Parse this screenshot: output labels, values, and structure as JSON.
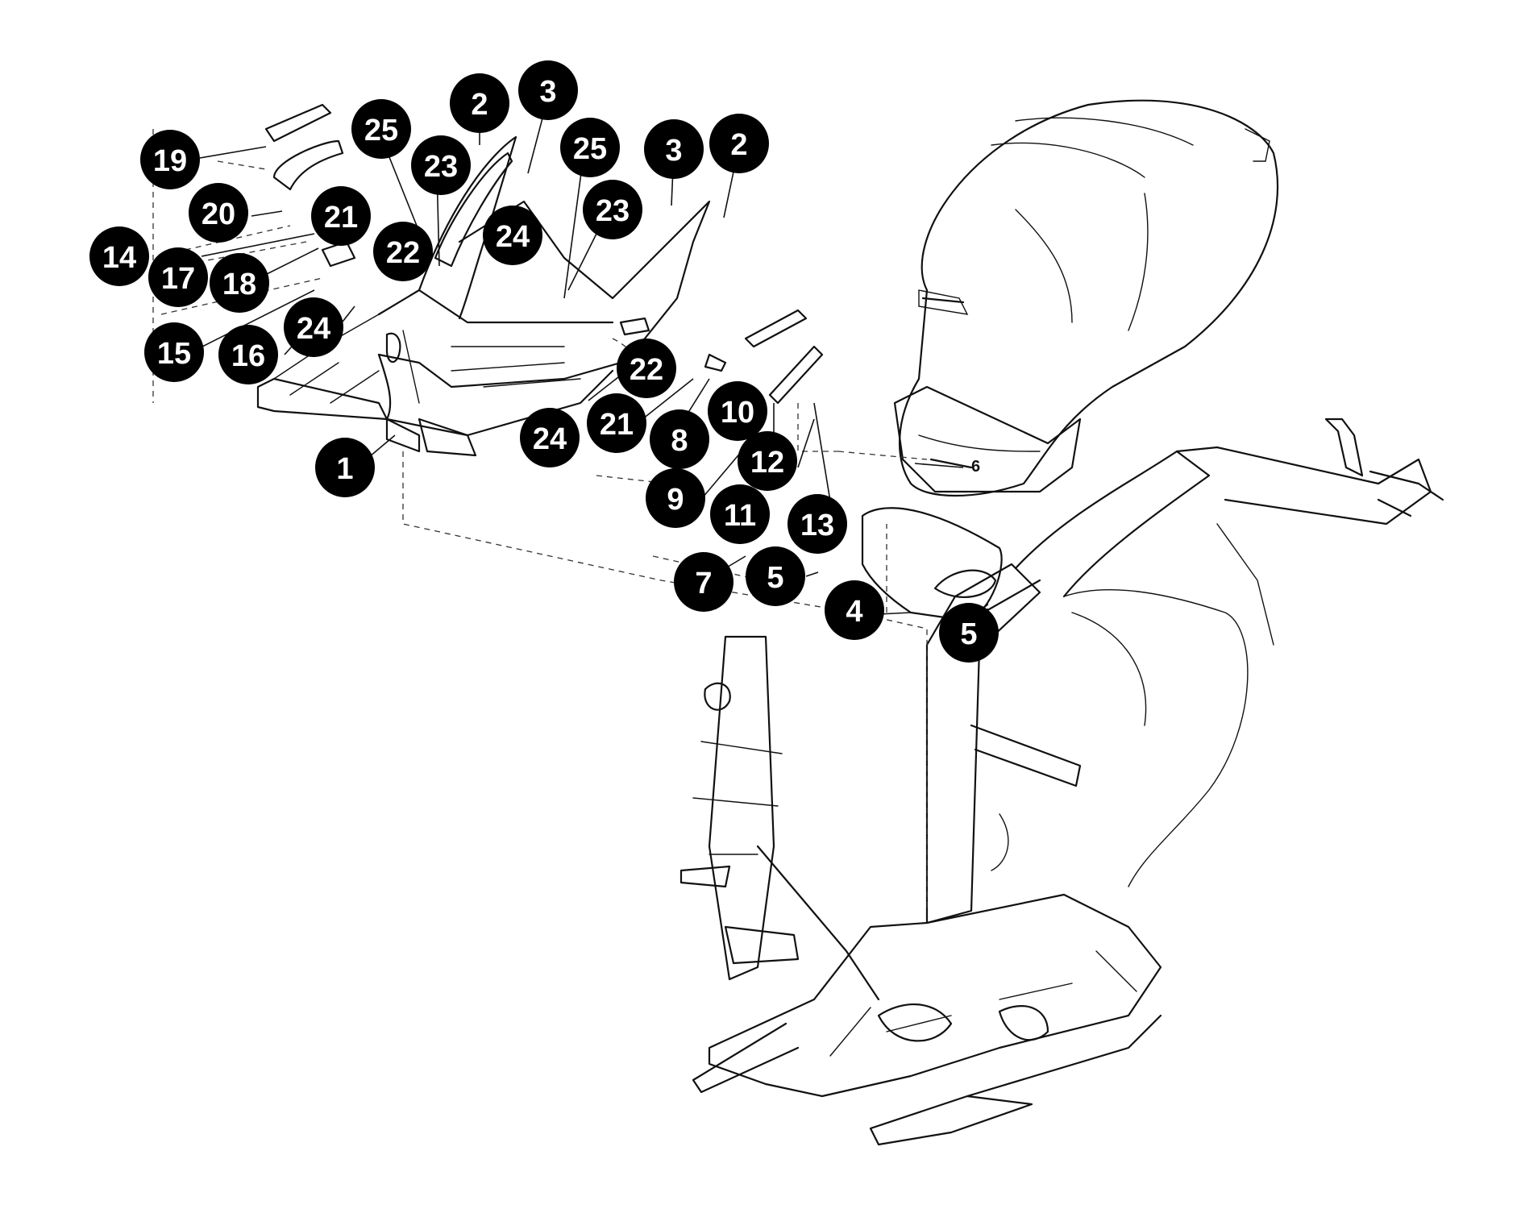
{
  "callouts": [
    {
      "id": "c1",
      "label": "1"
    },
    {
      "id": "c2a",
      "label": "2"
    },
    {
      "id": "c2b",
      "label": "2"
    },
    {
      "id": "c3a",
      "label": "3"
    },
    {
      "id": "c3b",
      "label": "3"
    },
    {
      "id": "c4",
      "label": "4"
    },
    {
      "id": "c5a",
      "label": "5"
    },
    {
      "id": "c5b",
      "label": "5"
    },
    {
      "id": "c7",
      "label": "7"
    },
    {
      "id": "c8",
      "label": "8"
    },
    {
      "id": "c9",
      "label": "9"
    },
    {
      "id": "c10",
      "label": "10"
    },
    {
      "id": "c11",
      "label": "11"
    },
    {
      "id": "c12",
      "label": "12"
    },
    {
      "id": "c13",
      "label": "13"
    },
    {
      "id": "c14",
      "label": "14"
    },
    {
      "id": "c15",
      "label": "15"
    },
    {
      "id": "c16",
      "label": "16"
    },
    {
      "id": "c17",
      "label": "17"
    },
    {
      "id": "c18",
      "label": "18"
    },
    {
      "id": "c19",
      "label": "19"
    },
    {
      "id": "c20",
      "label": "20"
    },
    {
      "id": "c21a",
      "label": "21"
    },
    {
      "id": "c21b",
      "label": "21"
    },
    {
      "id": "c22a",
      "label": "22"
    },
    {
      "id": "c22b",
      "label": "22"
    },
    {
      "id": "c23a",
      "label": "23"
    },
    {
      "id": "c23b",
      "label": "23"
    },
    {
      "id": "c24a",
      "label": "24"
    },
    {
      "id": "c24b",
      "label": "24"
    },
    {
      "id": "c24c",
      "label": "24"
    },
    {
      "id": "c25a",
      "label": "25"
    },
    {
      "id": "c25b",
      "label": "25"
    }
  ],
  "inline_label": "6",
  "colors": {
    "ink": "#111111",
    "callout_fill": "#000000",
    "callout_text": "#ffffff",
    "background": "#ffffff"
  }
}
